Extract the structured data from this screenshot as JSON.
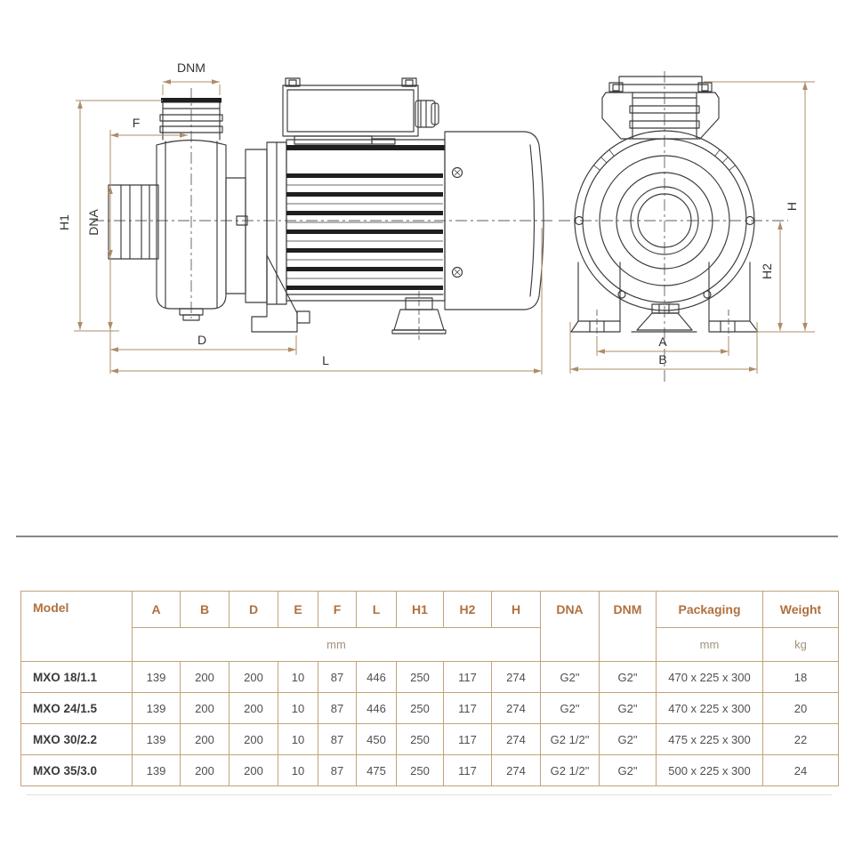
{
  "drawing": {
    "labels": {
      "dnm": "DNM",
      "f": "F",
      "h1": "H1",
      "dna": "DNA",
      "d": "D",
      "l": "L",
      "h": "H",
      "h2": "H2",
      "a": "A",
      "b": "B"
    }
  },
  "table": {
    "columns": [
      "Model",
      "A",
      "B",
      "D",
      "E",
      "F",
      "L",
      "H1",
      "H2",
      "H",
      "DNA",
      "DNM",
      "Packaging",
      "Weight"
    ],
    "dimensions_unit": "mm",
    "packaging_unit": "mm",
    "weight_unit": "kg",
    "rows": [
      {
        "model": "MXO 18/1.1",
        "values": [
          "139",
          "200",
          "200",
          "10",
          "87",
          "446",
          "250",
          "117",
          "274",
          "G2\"",
          "G2\"",
          "470 x 225 x 300",
          "18"
        ]
      },
      {
        "model": "MXO 24/1.5",
        "values": [
          "139",
          "200",
          "200",
          "10",
          "87",
          "446",
          "250",
          "117",
          "274",
          "G2\"",
          "G2\"",
          "470 x 225 x 300",
          "20"
        ]
      },
      {
        "model": "MXO 30/2.2",
        "values": [
          "139",
          "200",
          "200",
          "10",
          "87",
          "450",
          "250",
          "117",
          "274",
          "G2 1/2\"",
          "G2\"",
          "475 x 225 x 300",
          "22"
        ]
      },
      {
        "model": "MXO 35/3.0",
        "values": [
          "139",
          "200",
          "200",
          "10",
          "87",
          "475",
          "250",
          "117",
          "274",
          "G2 1/2\"",
          "G2\"",
          "500 x 225 x 300",
          "24"
        ]
      }
    ]
  },
  "colors": {
    "header_accent": "#b0703f",
    "table_border": "#c1a37a",
    "dimension_line": "#ad8c67",
    "drawing_line": "#3a3a3a",
    "divider": "#868686",
    "value_text": "#4f4f4f",
    "unit_text": "#a3917c"
  }
}
